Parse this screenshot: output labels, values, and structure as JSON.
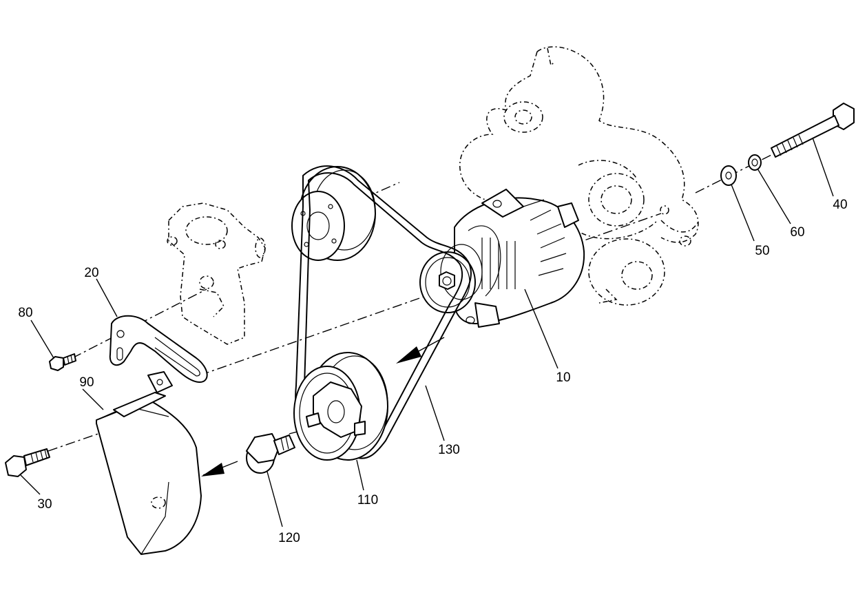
{
  "diagram": {
    "callouts": [
      {
        "id": "c10",
        "label": "10"
      },
      {
        "id": "c20",
        "label": "20"
      },
      {
        "id": "c30",
        "label": "30"
      },
      {
        "id": "c40",
        "label": "40"
      },
      {
        "id": "c50",
        "label": "50"
      },
      {
        "id": "c60",
        "label": "60"
      },
      {
        "id": "c80",
        "label": "80"
      },
      {
        "id": "c90",
        "label": "90"
      },
      {
        "id": "c110",
        "label": "110"
      },
      {
        "id": "c120",
        "label": "120"
      },
      {
        "id": "c130",
        "label": "130"
      }
    ]
  }
}
